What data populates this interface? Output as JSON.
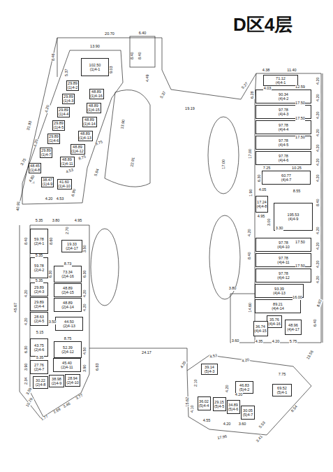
{
  "diagram": {
    "title": "D区4层",
    "nodes": [
      {
        "text": [
          "102.50",
          "(1)4-1"
        ]
      },
      {
        "text": [
          "29.89",
          "(1)4-2"
        ]
      },
      {
        "text": [
          "48.89",
          "(1)4-16"
        ]
      },
      {
        "text": [
          "29.89",
          "(1)4-3"
        ]
      },
      {
        "text": [
          "48.89",
          "(1)4-15"
        ]
      },
      {
        "text": [
          "29.89",
          "(1)4-4"
        ]
      },
      {
        "text": [
          "48.89",
          "(1)4-14"
        ]
      },
      {
        "text": [
          "29.89",
          "(1)4-5"
        ]
      },
      {
        "text": [
          "48.89",
          "(1)4-13"
        ]
      },
      {
        "text": [
          "29.89",
          "(1)4-6"
        ]
      },
      {
        "text": [
          "48.89",
          "(1)4-12"
        ]
      },
      {
        "text": [
          "29.89",
          "(1)4-7"
        ]
      },
      {
        "text": [
          "48.89",
          "(1)4-11"
        ]
      },
      {
        "text": [
          "48.45",
          "(1)4-8"
        ]
      },
      {
        "text": [
          "38.47",
          "(1)4-9"
        ]
      },
      {
        "text": [
          "41.60",
          "(1)4-10"
        ]
      },
      {
        "text": [
          "71.12",
          "(4)4-1"
        ]
      },
      {
        "text": [
          "90.34",
          "(4)4-2"
        ]
      },
      {
        "text": [
          "97.78",
          "(4)4-3"
        ]
      },
      {
        "text": [
          "97.78",
          "(4)4-4"
        ]
      },
      {
        "text": [
          "97.78",
          "(4)4-5"
        ]
      },
      {
        "text": [
          "97.78",
          "(4)4-6"
        ]
      },
      {
        "text": [
          "60.77",
          "(4)4-7"
        ]
      },
      {
        "text": [
          "17.24",
          "(4)4-8"
        ]
      },
      {
        "text": [
          "195.53",
          "(4)4-9"
        ]
      },
      {
        "text": [
          "97.78",
          "(4)4-10"
        ]
      },
      {
        "text": [
          "97.78",
          "(4)4-11"
        ]
      },
      {
        "text": [
          "97.78",
          "(4)4-12"
        ]
      },
      {
        "text": [
          "93.39",
          "(4)4-13"
        ]
      },
      {
        "text": [
          "89.21",
          "(4)4-14"
        ]
      },
      {
        "text": [
          "35.76",
          "(4)4-16"
        ]
      },
      {
        "text": [
          "36.74",
          "(4)4-15"
        ]
      },
      {
        "text": [
          "48.96",
          "(4)4-17"
        ]
      },
      {
        "text": [
          "59.78",
          "(2)4-1"
        ]
      },
      {
        "text": [
          "19.33",
          "(2)4-17"
        ]
      },
      {
        "text": [
          "59.78",
          "(2)4-2"
        ]
      },
      {
        "text": [
          "73.34",
          "(2)4-16"
        ]
      },
      {
        "text": [
          "29.89",
          "(2)4-3"
        ]
      },
      {
        "text": [
          "48.89",
          "(2)4-15"
        ]
      },
      {
        "text": [
          "29.89",
          "(2)4-4"
        ]
      },
      {
        "text": [
          "48.89",
          "(2)4-14"
        ]
      },
      {
        "text": [
          "28.63",
          "(2)4-5"
        ]
      },
      {
        "text": [
          "44.50",
          "(2)4-13"
        ]
      },
      {
        "text": [
          "43.75",
          "(2)4-6"
        ]
      },
      {
        "text": [
          "52.39",
          "(2)4-12"
        ]
      },
      {
        "text": [
          "27.76",
          "(2)4-7"
        ]
      },
      {
        "text": [
          "45.40",
          "(2)4-11"
        ]
      },
      {
        "text": [
          "30.22",
          "(2)4-8"
        ]
      },
      {
        "text": [
          "38.98",
          "(2)4-9"
        ]
      },
      {
        "text": [
          "28.94",
          "(2)4-10"
        ]
      },
      {
        "text": [
          "69.52",
          "(5)4-1"
        ]
      },
      {
        "text": [
          "46.83",
          "(5)4-2"
        ]
      },
      {
        "text": [
          "39.14",
          "(5)4-3"
        ]
      },
      {
        "text": [
          "36.02",
          "(5)4-4"
        ]
      },
      {
        "text": [
          "29.15",
          "(5)4-5"
        ]
      },
      {
        "text": [
          "34.89",
          "(5)4-6"
        ]
      },
      {
        "text": [
          "30.05",
          "(5)4-7"
        ]
      }
    ],
    "labels": [
      "20.70",
      "6.40",
      "13.90",
      "8.46",
      "5.37",
      "8.40",
      "8.40",
      "9.03",
      "4.49",
      "5.37",
      "19.19",
      "31.93",
      "13.90",
      "22.91",
      "5.94",
      "1.46",
      "40.91",
      "4.20",
      "4.20",
      "3.75",
      "4.80",
      "4.20",
      "4.53",
      "6.90",
      "8.75",
      "8.75",
      "4.53",
      "4.38",
      "11.40",
      "9.27",
      "6.28",
      "4.03",
      "12.59",
      "4.20",
      "17.50",
      "4.20",
      "17.50",
      "4.20",
      "4.20",
      "17.50",
      "4.20",
      "17.00",
      "4.20",
      "7.25",
      "10.25",
      "6.30",
      "4.20",
      "4.05",
      "1.90",
      "8.55",
      "8.40",
      "4.95",
      "3.00",
      "3.30",
      "4.20",
      "4.20",
      "17.50",
      "4.20",
      "8.40",
      "17.50",
      "4.20",
      "4.20",
      "16.00",
      "8.92",
      "14.60",
      "3.80",
      "3.60",
      "6.40",
      "4.35",
      "4.20",
      "5.75",
      "5.35",
      "3.80",
      "4.95",
      "2.70",
      "8.40",
      "8.60",
      "3.50",
      "5.35",
      "8.73",
      "6.30",
      "6.30",
      "5.35",
      "4.20",
      "4.20",
      "45.67",
      "4.20",
      "3.50",
      "4.20",
      "5.15",
      "8.75",
      "6.30",
      "4.50",
      "5.35",
      "3.90",
      "3.90",
      "6.83",
      "2.34",
      "3.59",
      "10.79",
      "1.77",
      "2.69",
      "3.46",
      "3.77",
      "24.17",
      "4.26",
      "4.53",
      "4.20",
      "7.75",
      "13.56",
      "2.10",
      "15.62",
      "4.10",
      "4.20",
      "4.20",
      "8.54",
      "4.55",
      "4.20",
      "3.60",
      "5.53",
      "17.95",
      "3.41",
      "17.00"
    ]
  }
}
